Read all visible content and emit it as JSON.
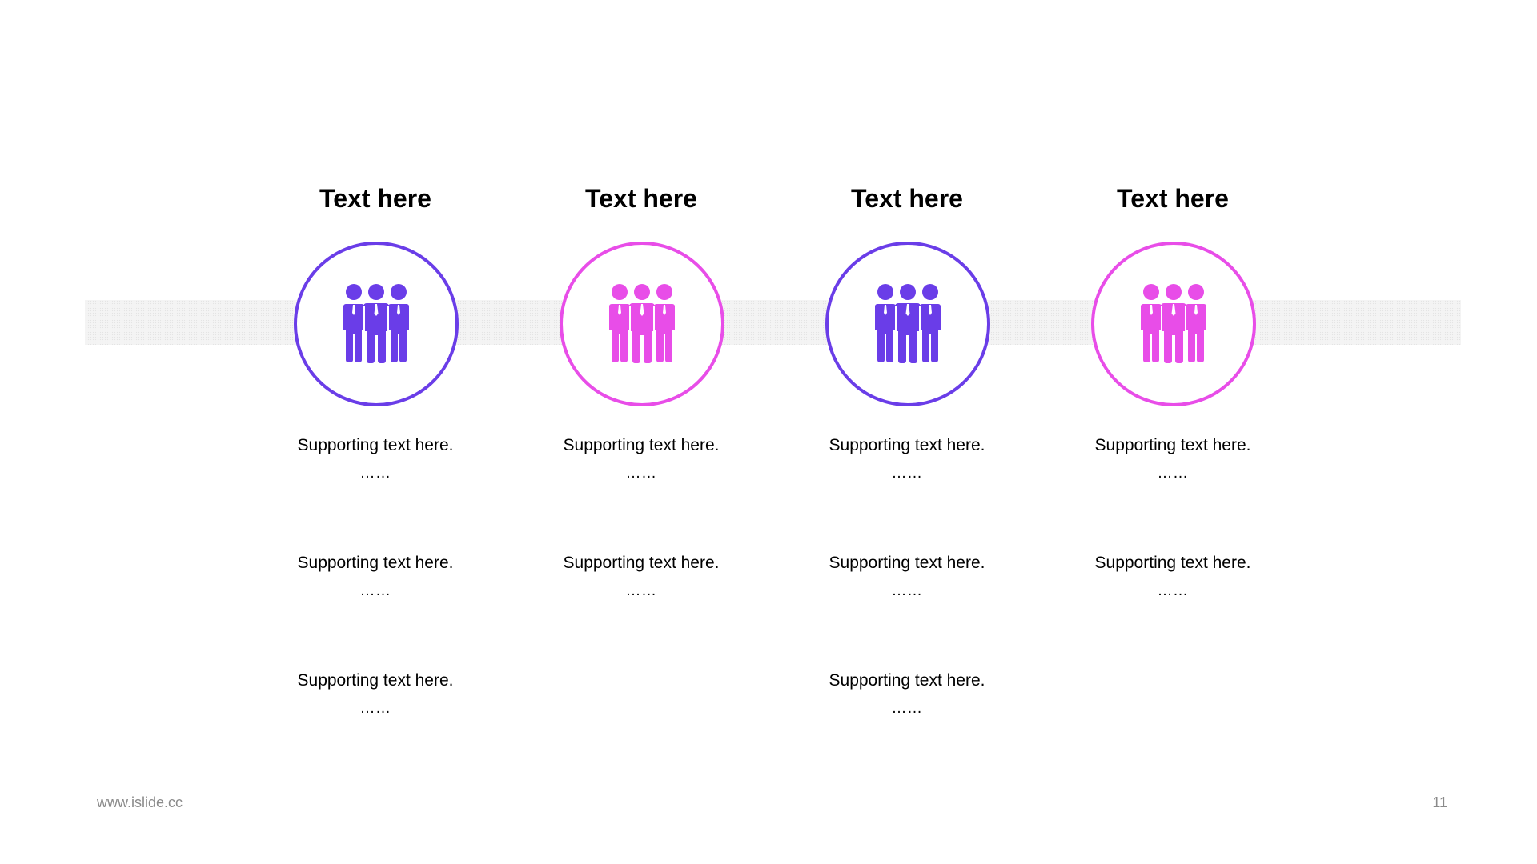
{
  "columns": [
    {
      "title": "Text here",
      "accent": "#6a3de8",
      "icon": "team-people-icon",
      "items": [
        {
          "text": "Supporting text here.",
          "dots": "……"
        },
        {
          "text": "Supporting text here.",
          "dots": "……"
        },
        {
          "text": "Supporting text here.",
          "dots": "……"
        }
      ]
    },
    {
      "title": "Text here",
      "accent": "#e84de8",
      "icon": "team-people-icon",
      "items": [
        {
          "text": "Supporting text here.",
          "dots": "……"
        },
        {
          "text": "Supporting text here.",
          "dots": "……"
        }
      ]
    },
    {
      "title": "Text here",
      "accent": "#6a3de8",
      "icon": "team-people-icon",
      "items": [
        {
          "text": "Supporting text here.",
          "dots": "……"
        },
        {
          "text": "Supporting text here.",
          "dots": "……"
        },
        {
          "text": "Supporting text here.",
          "dots": "……"
        }
      ]
    },
    {
      "title": "Text here",
      "accent": "#e84de8",
      "icon": "team-people-icon",
      "items": [
        {
          "text": "Supporting text here.",
          "dots": "……"
        },
        {
          "text": "Supporting text here.",
          "dots": "……"
        }
      ]
    }
  ],
  "footer": {
    "url": "www.islide.cc",
    "page_number": "11"
  }
}
